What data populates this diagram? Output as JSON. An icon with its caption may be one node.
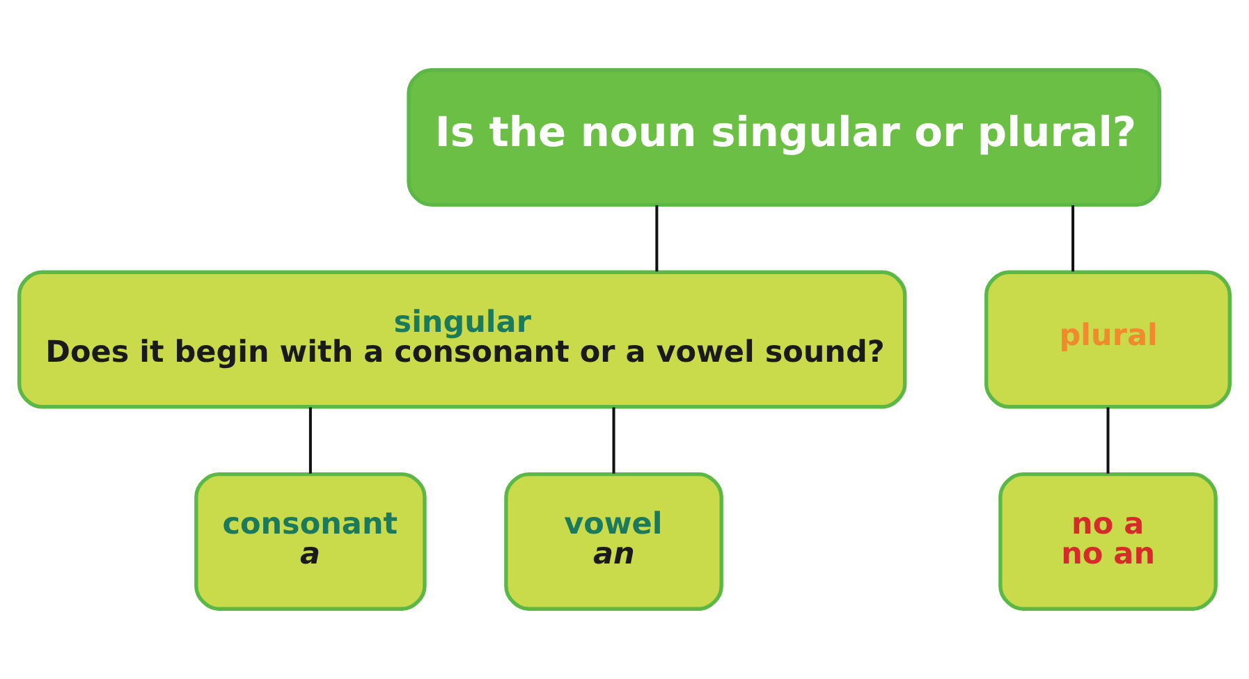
{
  "diagram": {
    "nodes": [
      {
        "text": [
          "Is the noun singular or plural?"
        ]
      },
      {
        "text": [
          "singular",
          "Does it begin with a consonant or a vowel sound?"
        ]
      },
      {
        "text": [
          "plural"
        ]
      },
      {
        "text": [
          "consonant",
          "a"
        ]
      },
      {
        "text": [
          "vowel",
          "an"
        ]
      },
      {
        "text": [
          "no a",
          "no an"
        ]
      }
    ],
    "edges": [
      {
        "from": 0,
        "to": 1,
        "arrow": "none"
      },
      {
        "from": 0,
        "to": 2,
        "arrow": "none"
      },
      {
        "from": 1,
        "to": 3,
        "arrow": "none"
      },
      {
        "from": 1,
        "to": 4,
        "arrow": "none"
      },
      {
        "from": 2,
        "to": 5,
        "arrow": "none"
      }
    ]
  }
}
